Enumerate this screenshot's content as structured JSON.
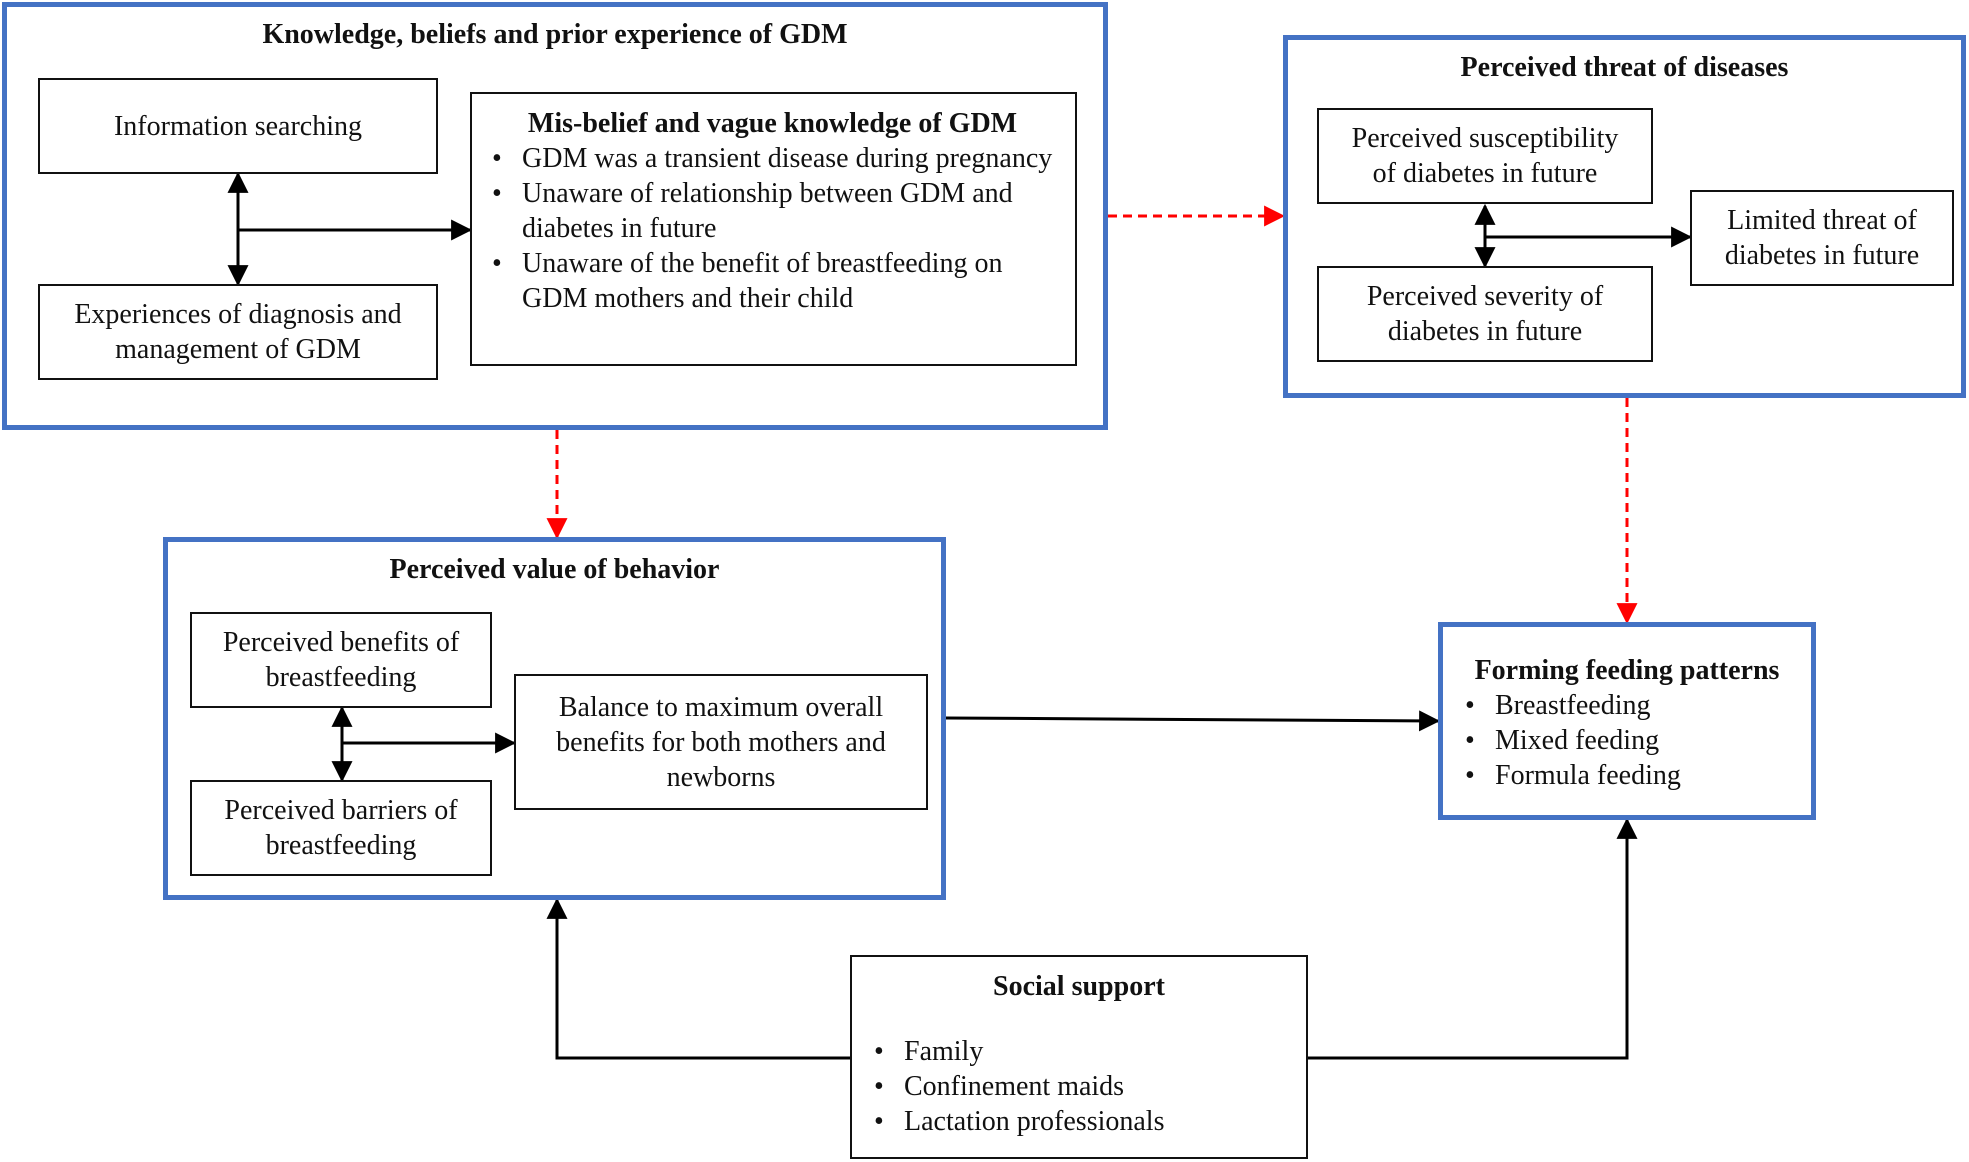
{
  "colors": {
    "group_border": "#4472C4",
    "box_border": "#111111",
    "solid_arrow": "#000000",
    "dashed_arrow": "#ff0000"
  },
  "groups": {
    "knowledge": {
      "title": "Knowledge, beliefs and prior experience of GDM",
      "info_searching": "Information searching",
      "experiences": "Experiences of diagnosis and management of GDM",
      "misbelief": {
        "title": "Mis-belief and vague knowledge of GDM",
        "items": [
          "GDM was a transient disease during pregnancy",
          "Unaware of relationship between GDM and diabetes in future",
          "Unaware of the benefit of breastfeeding on GDM mothers and their child"
        ]
      }
    },
    "threat": {
      "title": "Perceived threat of diseases",
      "susceptibility": "Perceived susceptibility of diabetes in future",
      "severity": "Perceived severity of diabetes in future",
      "limited": "Limited threat of diabetes in future"
    },
    "value": {
      "title": "Perceived value of behavior",
      "benefits": "Perceived benefits of breastfeeding",
      "barriers": "Perceived barriers of breastfeeding",
      "balance": "Balance to maximum overall benefits for both mothers and newborns"
    },
    "feeding": {
      "title": "Forming feeding patterns",
      "items": [
        "Breastfeeding",
        "Mixed feeding",
        "Formula feeding"
      ]
    }
  },
  "social_support": {
    "title": "Social support",
    "items": [
      "Family",
      "Confinement maids",
      "Lactation professionals"
    ]
  }
}
